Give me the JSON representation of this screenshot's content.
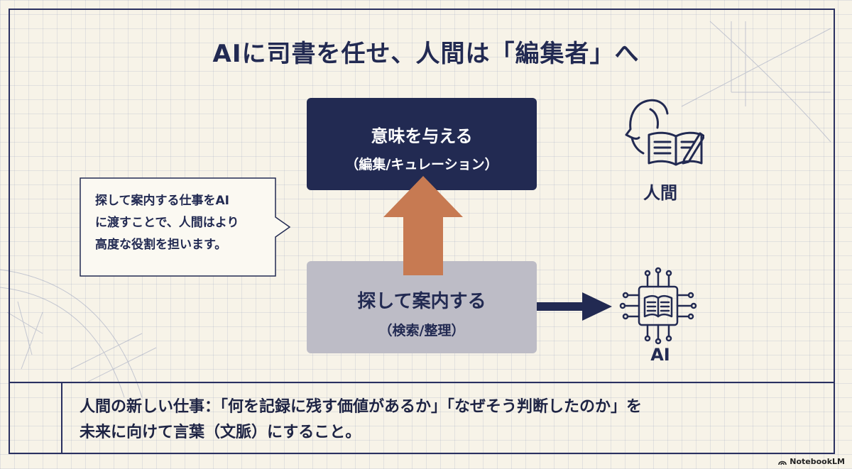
{
  "title": "AIに司書を任せ、人間は「編集者」へ",
  "top_box": {
    "main": "意味を与える",
    "sub": "（編集/キュレーション）"
  },
  "bottom_box": {
    "main": "探して案内する",
    "sub": "（検索/整理）"
  },
  "callout": {
    "lines": [
      "探して案内する仕事をAI",
      "に渡すことで、人間はより",
      "高度な役割を担います。"
    ]
  },
  "actors": {
    "human": {
      "label": "人間",
      "icon": "human-reading-book-icon"
    },
    "ai": {
      "label": "AI",
      "icon": "ai-chip-book-icon"
    }
  },
  "footer": {
    "lines": [
      "人間の新しい仕事：「何を記録に残す価値があるか」「なぜそう判断したのか」を",
      "未来に向けて言葉（文脈）にすること。"
    ]
  },
  "branding": {
    "name": "NotebookLM"
  },
  "colors": {
    "navy": "#222a52",
    "arrow_orange": "#c77a52",
    "gray_box": "#bdbcc6",
    "background": "#f7f3e8"
  }
}
